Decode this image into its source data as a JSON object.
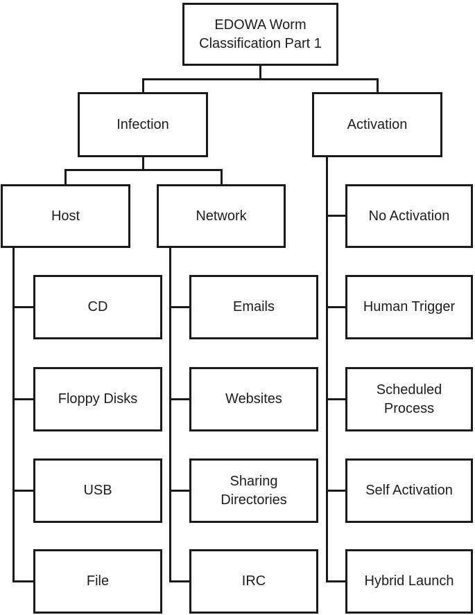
{
  "diagram": {
    "title": "EDOWA Worm Classification Part 1",
    "colors": {
      "line": "#1a1a1a",
      "text": "#1d1d1d",
      "background": "#ffffff"
    },
    "root": {
      "label": "EDOWA Worm\nClassification Part 1"
    },
    "infection": {
      "label": "Infection"
    },
    "activation": {
      "label": "Activation"
    },
    "host": {
      "label": "Host"
    },
    "network": {
      "label": "Network"
    },
    "host_children": [
      {
        "label": "CD"
      },
      {
        "label": "Floppy Disks"
      },
      {
        "label": "USB"
      },
      {
        "label": "File"
      }
    ],
    "network_children": [
      {
        "label": "Emails"
      },
      {
        "label": "Websites"
      },
      {
        "label": "Sharing\nDirectories"
      },
      {
        "label": "IRC"
      }
    ],
    "activation_children": [
      {
        "label": "No Activation"
      },
      {
        "label": "Human Trigger"
      },
      {
        "label": "Scheduled\nProcess"
      },
      {
        "label": "Self Activation"
      },
      {
        "label": "Hybrid Launch"
      }
    ]
  }
}
